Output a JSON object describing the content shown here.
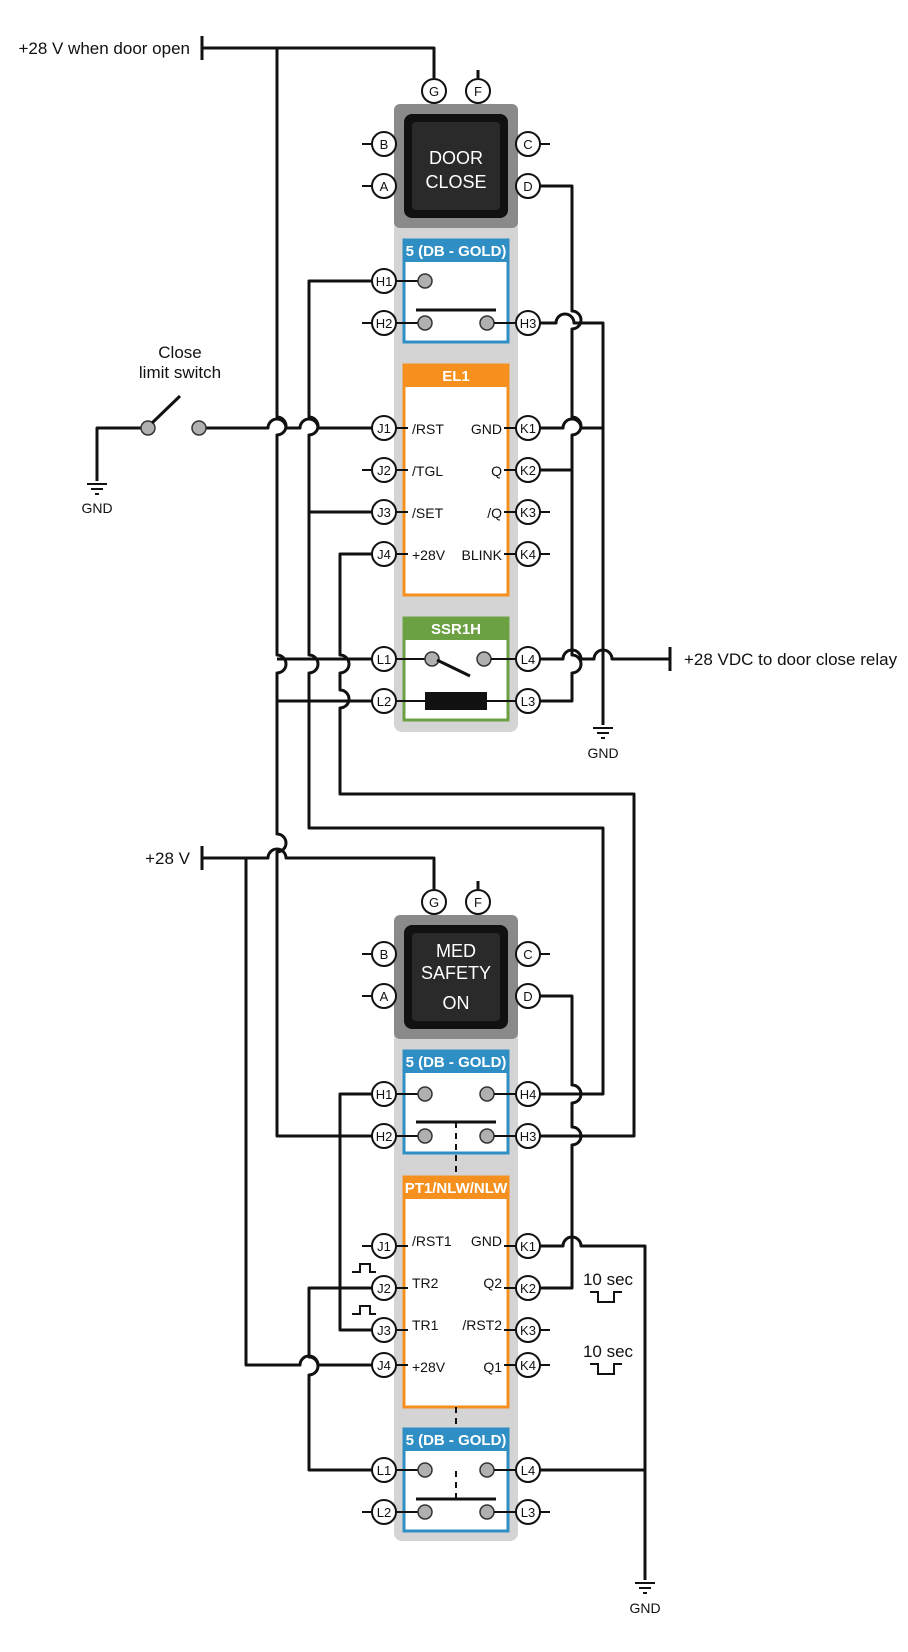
{
  "labels": {
    "door_open_supply": "+28 V when door open",
    "supply_28v": "+28 V",
    "close_limit_line1": "Close",
    "close_limit_line2": "limit switch",
    "relay_output": "+28 VDC to door close relay",
    "gnd": "GND",
    "delay1": "10 sec",
    "delay2": "10 sec"
  },
  "buttons": {
    "door_close": {
      "line1": "DOOR",
      "line2": "CLOSE"
    },
    "med_safety": {
      "line1": "MED",
      "line2": "SAFETY",
      "line3": "ON"
    }
  },
  "modules": {
    "contact_top": "5 (DB - GOLD)",
    "el1": "EL1",
    "ssr": "SSR1H",
    "contact_mid": "5 (DB - GOLD)",
    "pt1": "PT1/NLW/NLW",
    "contact_bot": "5 (DB - GOLD)"
  },
  "pins": {
    "G": "G",
    "F": "F",
    "B": "B",
    "C": "C",
    "A": "A",
    "D": "D",
    "H1": "H1",
    "H2": "H2",
    "H3": "H3",
    "H4": "H4",
    "J1": "J1",
    "J2": "J2",
    "J3": "J3",
    "J4": "J4",
    "K1": "K1",
    "K2": "K2",
    "K3": "K3",
    "K4": "K4",
    "L1": "L1",
    "L2": "L2",
    "L3": "L3",
    "L4": "L4"
  },
  "el1_signals": {
    "j1": "/RST",
    "j2": "/TGL",
    "j3": "/SET",
    "j4": "+28V",
    "k1": "GND",
    "k2": "Q",
    "k3": "/Q",
    "k4": "BLINK"
  },
  "pt1_signals": {
    "j1": "/RST1",
    "j2": "TR2",
    "j3": "TR1",
    "j4": "+28V",
    "k1": "GND",
    "k2": "Q2",
    "k3": "/RST2",
    "k4": "Q1"
  },
  "colors": {
    "module_bg": "#d4d4d4",
    "button_housing": "#8a8a8a",
    "button_face": "#2a2a2a",
    "contact_module": "#2f8fc4",
    "timer_module": "#f5901e",
    "ssr_module": "#6ba043",
    "wire": "#111111"
  }
}
